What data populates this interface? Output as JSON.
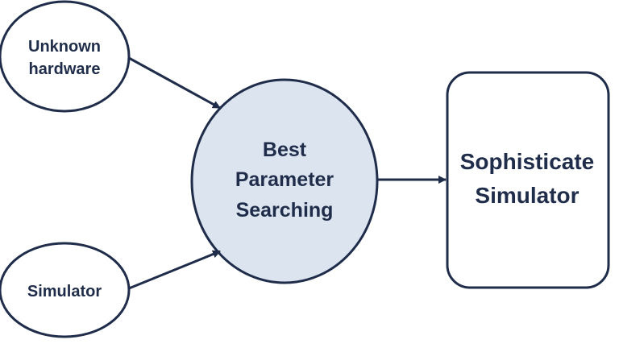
{
  "nodes": {
    "unknown_hardware": {
      "line1": "Unknown",
      "line2": "hardware"
    },
    "simulator": {
      "label": "Simulator"
    },
    "best_parameter_searching": {
      "line1": "Best",
      "line2": "Parameter",
      "line3": "Searching"
    },
    "sophisticate_simulator": {
      "line1": "Sophisticate",
      "line2": "Simulator"
    }
  },
  "colors": {
    "stroke": "#1f2d4a",
    "center_fill": "#dce4f0",
    "node_fill": "#ffffff"
  }
}
